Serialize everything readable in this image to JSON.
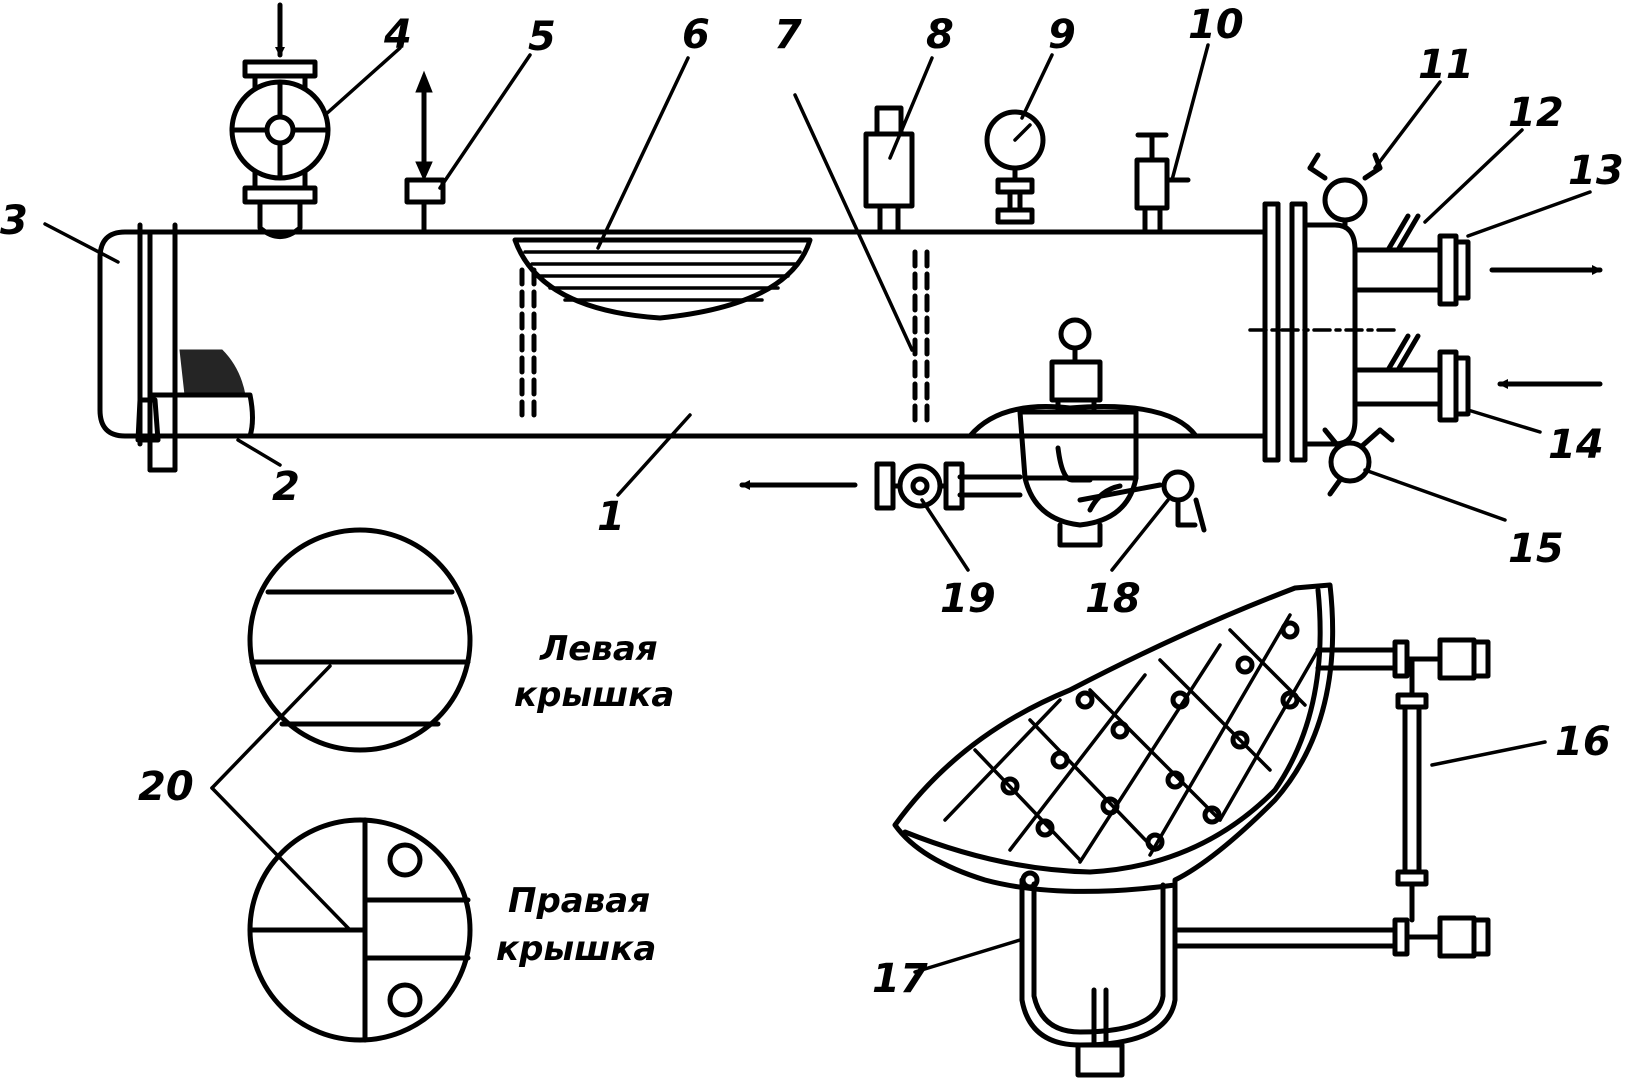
{
  "labels": {
    "l1": "1",
    "l2": "2",
    "l3": "3",
    "l4": "4",
    "l5": "5",
    "l6": "6",
    "l7": "7",
    "l8": "8",
    "l9": "9",
    "l10": "10",
    "l11": "11",
    "l12": "12",
    "l13": "13",
    "l14": "14",
    "l15": "15",
    "l16": "16",
    "l17": "17",
    "l18": "18",
    "l19": "19",
    "l20": "20"
  },
  "captions": {
    "left_cover_line1": "Левая",
    "left_cover_line2": "крышка",
    "right_cover_line1": "Правая",
    "right_cover_line2": "крышка"
  }
}
